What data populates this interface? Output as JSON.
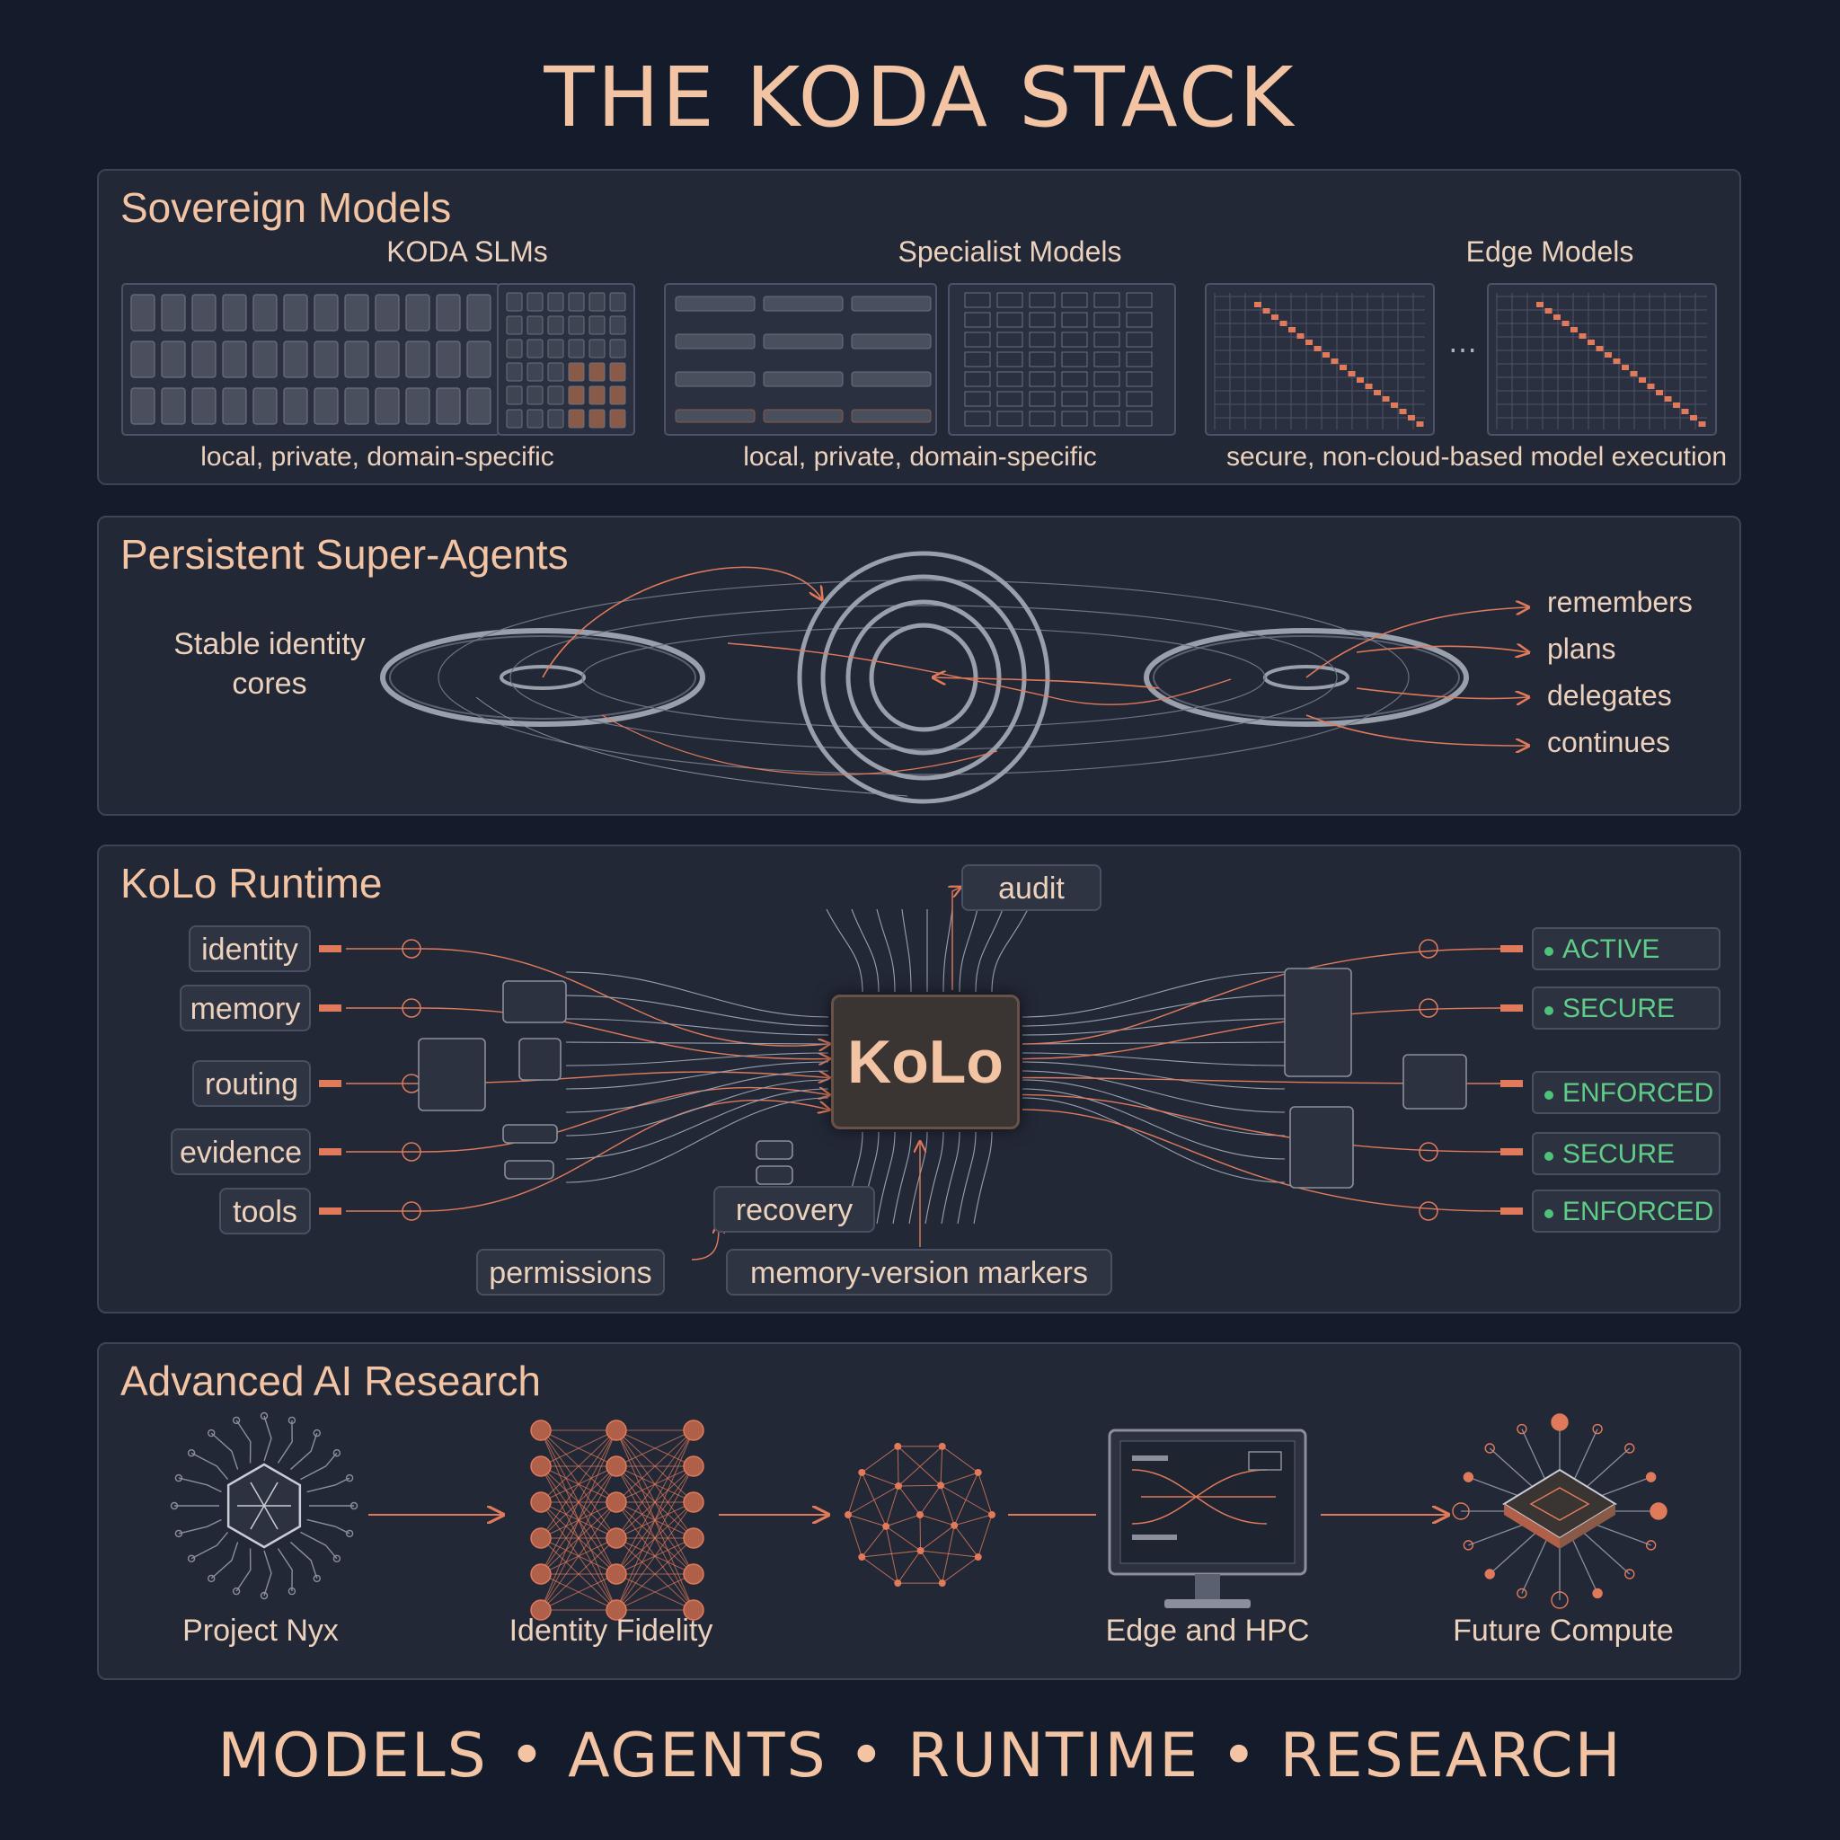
{
  "title": "THE KODA STACK",
  "footer": "MODELS • AGENTS • RUNTIME • RESEARCH",
  "models": {
    "title": "Sovereign Models",
    "columns": [
      {
        "heading": "KODA SLMs",
        "caption": "local, private, domain-specific"
      },
      {
        "heading": "Specialist Models",
        "caption": "local, private, domain-specific"
      },
      {
        "heading": "Edge Models",
        "caption": "secure, non-cloud-based model execution"
      }
    ],
    "ellipsis": "⋯"
  },
  "agents": {
    "title": "Persistent Super-Agents",
    "core_label": [
      "Stable identity",
      "cores"
    ],
    "actions": [
      "remembers",
      "plans",
      "delegates",
      "continues"
    ]
  },
  "runtime": {
    "title": "KoLo Runtime",
    "core": "KoLo",
    "inputs": [
      "identity",
      "memory",
      "routing",
      "evidence",
      "tools"
    ],
    "top_tag": "audit",
    "bottom_tags": [
      "recovery",
      "permissions",
      "memory-version markers"
    ],
    "statuses": [
      "ACTIVE",
      "SECURE",
      "ENFORCED",
      "SECURE",
      "ENFORCED"
    ],
    "colors": {
      "accent": "#e07a5a",
      "status": "#5fcc88"
    }
  },
  "research": {
    "title": "Advanced AI Research",
    "steps": [
      "Project Nyx",
      "Identity Fidelity",
      "",
      "Edge and HPC",
      "Future Compute"
    ]
  }
}
